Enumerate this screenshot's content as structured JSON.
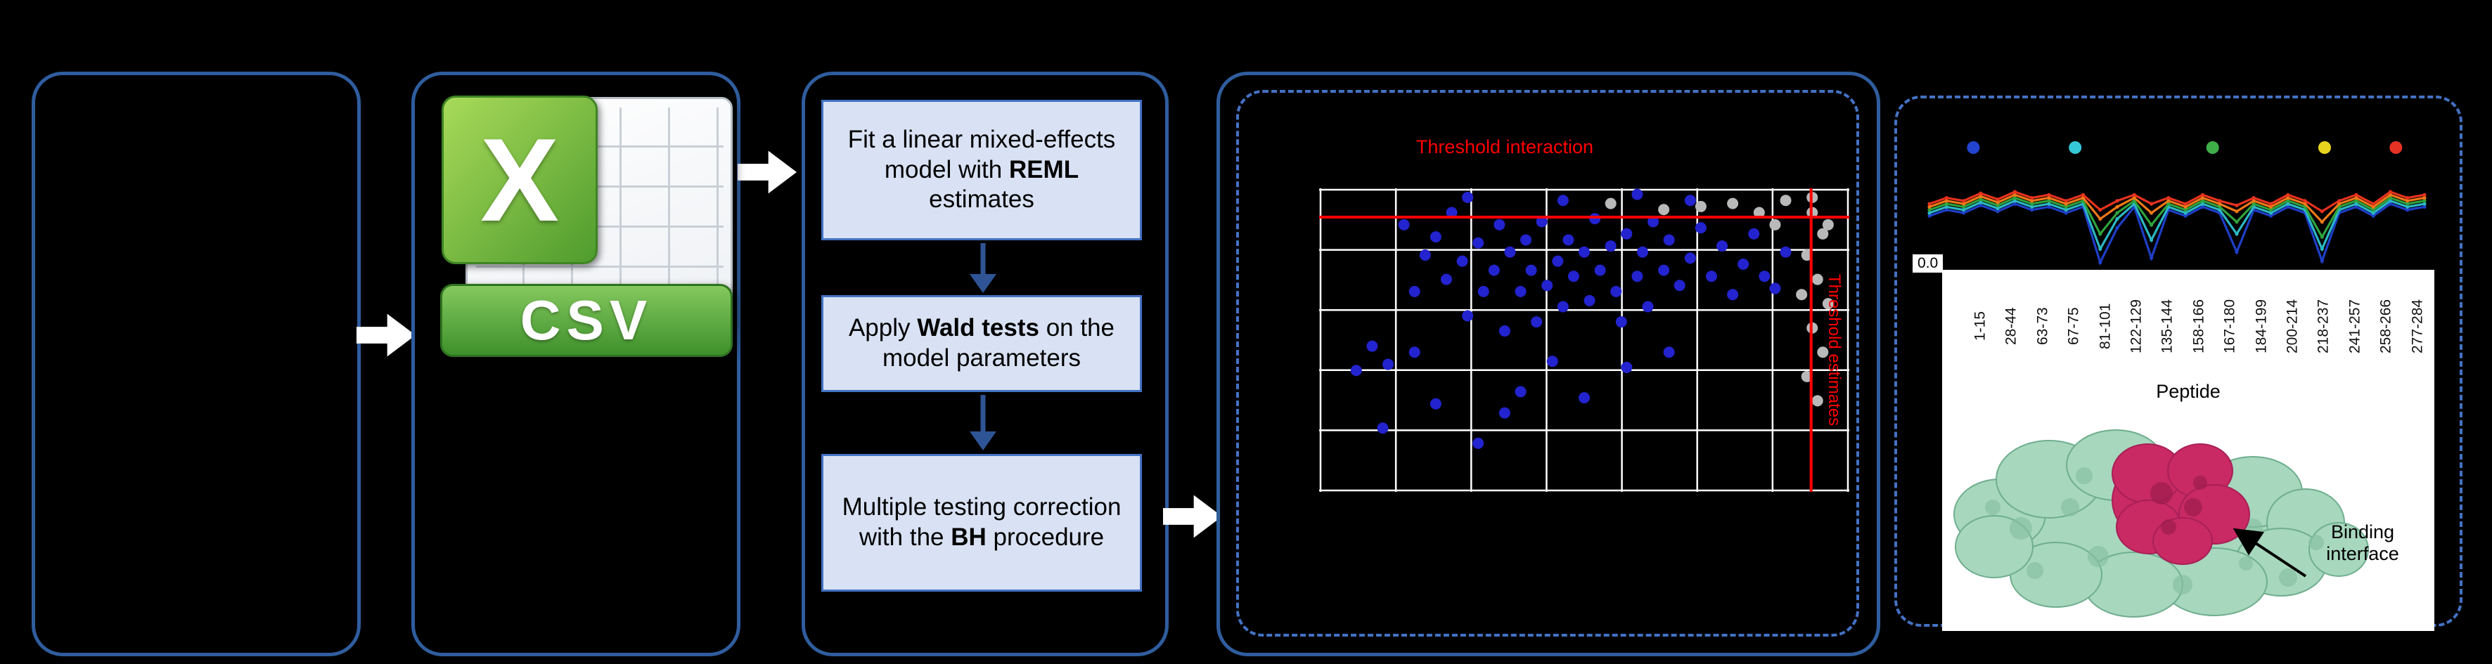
{
  "colors": {
    "background": "#000000",
    "panel_border": "#2F5D9E",
    "dashed_border": "#4472C4",
    "step_fill": "#D9E2F4",
    "threshold": "#FF0000",
    "significant_point": "#2323CF",
    "nonsignificant_point": "#B9B9B9",
    "grid": "#FFFFFF"
  },
  "csv_icon": {
    "x_label": "X",
    "banner_label": "CSV"
  },
  "flow": {
    "steps": [
      {
        "pre": "Fit a linear mixed-effects model with ",
        "bold": "REML",
        "post": " estimates"
      },
      {
        "pre": "Apply ",
        "bold": "Wald tests",
        "post": " on the model parameters"
      },
      {
        "pre": "Multiple testing correction with the ",
        "bold": "BH",
        "post": " procedure"
      }
    ]
  },
  "scatter": {
    "title": "Threshold interaction",
    "right_label": "Threshold estimates",
    "grid": {
      "v_lines": 8,
      "h_lines": 6,
      "color": "#FFFFFF"
    },
    "threshold_color": "#FF0000",
    "threshold_h_frac": 0.095,
    "threshold_v_frac": 0.928,
    "point_color_significant": "#2323CF",
    "point_color_nonsignificant": "#B9B9B9",
    "points_significant": [
      [
        0.07,
        0.6
      ],
      [
        0.1,
        0.52
      ],
      [
        0.13,
        0.58
      ],
      [
        0.16,
        0.12
      ],
      [
        0.18,
        0.34
      ],
      [
        0.2,
        0.22
      ],
      [
        0.22,
        0.16
      ],
      [
        0.24,
        0.3
      ],
      [
        0.25,
        0.08
      ],
      [
        0.27,
        0.24
      ],
      [
        0.28,
        0.42
      ],
      [
        0.3,
        0.18
      ],
      [
        0.31,
        0.34
      ],
      [
        0.33,
        0.27
      ],
      [
        0.34,
        0.12
      ],
      [
        0.35,
        0.47
      ],
      [
        0.36,
        0.21
      ],
      [
        0.38,
        0.34
      ],
      [
        0.39,
        0.17
      ],
      [
        0.4,
        0.27
      ],
      [
        0.41,
        0.44
      ],
      [
        0.42,
        0.11
      ],
      [
        0.43,
        0.32
      ],
      [
        0.45,
        0.24
      ],
      [
        0.46,
        0.39
      ],
      [
        0.47,
        0.17
      ],
      [
        0.48,
        0.29
      ],
      [
        0.5,
        0.21
      ],
      [
        0.51,
        0.37
      ],
      [
        0.52,
        0.1
      ],
      [
        0.53,
        0.27
      ],
      [
        0.55,
        0.19
      ],
      [
        0.56,
        0.34
      ],
      [
        0.57,
        0.44
      ],
      [
        0.58,
        0.15
      ],
      [
        0.6,
        0.29
      ],
      [
        0.61,
        0.21
      ],
      [
        0.62,
        0.39
      ],
      [
        0.63,
        0.11
      ],
      [
        0.65,
        0.27
      ],
      [
        0.66,
        0.17
      ],
      [
        0.68,
        0.32
      ],
      [
        0.7,
        0.23
      ],
      [
        0.72,
        0.13
      ],
      [
        0.74,
        0.29
      ],
      [
        0.76,
        0.19
      ],
      [
        0.78,
        0.35
      ],
      [
        0.8,
        0.25
      ],
      [
        0.82,
        0.15
      ],
      [
        0.84,
        0.29
      ],
      [
        0.12,
        0.79
      ],
      [
        0.22,
        0.71
      ],
      [
        0.3,
        0.84
      ],
      [
        0.38,
        0.67
      ],
      [
        0.18,
        0.54
      ],
      [
        0.44,
        0.57
      ],
      [
        0.58,
        0.59
      ],
      [
        0.66,
        0.54
      ],
      [
        0.35,
        0.74
      ],
      [
        0.5,
        0.69
      ],
      [
        0.28,
        0.03
      ],
      [
        0.46,
        0.04
      ],
      [
        0.6,
        0.02
      ],
      [
        0.7,
        0.04
      ],
      [
        0.86,
        0.33
      ],
      [
        0.88,
        0.21
      ]
    ],
    "points_nonsignificant": [
      [
        0.93,
        0.08
      ],
      [
        0.95,
        0.15
      ],
      [
        0.92,
        0.22
      ],
      [
        0.94,
        0.3
      ],
      [
        0.96,
        0.38
      ],
      [
        0.93,
        0.46
      ],
      [
        0.95,
        0.54
      ],
      [
        0.92,
        0.62
      ],
      [
        0.94,
        0.7
      ],
      [
        0.96,
        0.12
      ],
      [
        0.91,
        0.35
      ],
      [
        0.78,
        0.05
      ],
      [
        0.83,
        0.08
      ],
      [
        0.86,
        0.12
      ],
      [
        0.88,
        0.04
      ],
      [
        0.72,
        0.06
      ],
      [
        0.65,
        0.07
      ],
      [
        0.55,
        0.05
      ],
      [
        0.93,
        0.03
      ]
    ]
  },
  "profile_chart": {
    "ytick_label": "0.0",
    "legend_dots": [
      {
        "color": "#2244D0",
        "x_frac": 0.1
      },
      {
        "color": "#35C8D8",
        "x_frac": 0.3
      },
      {
        "color": "#3FAE49",
        "x_frac": 0.57
      },
      {
        "color": "#E8D41E",
        "x_frac": 0.79
      },
      {
        "color": "#E63224",
        "x_frac": 0.93
      }
    ],
    "series": [
      {
        "name": "series-blue",
        "color": "#1E3FC8",
        "values": [
          0.66,
          0.62,
          0.64,
          0.59,
          0.63,
          0.58,
          0.62,
          0.6,
          0.64,
          0.6,
          0.97,
          0.74,
          0.6,
          0.94,
          0.62,
          0.66,
          0.6,
          0.64,
          0.9,
          0.62,
          0.66,
          0.6,
          0.64,
          0.96,
          0.64,
          0.6,
          0.66,
          0.58,
          0.62,
          0.6
        ]
      },
      {
        "name": "series-teal",
        "color": "#2BB8C4",
        "values": [
          0.64,
          0.6,
          0.62,
          0.57,
          0.61,
          0.56,
          0.6,
          0.58,
          0.62,
          0.58,
          0.88,
          0.68,
          0.58,
          0.82,
          0.6,
          0.64,
          0.58,
          0.62,
          0.78,
          0.6,
          0.64,
          0.58,
          0.62,
          0.88,
          0.62,
          0.58,
          0.64,
          0.56,
          0.6,
          0.58
        ]
      },
      {
        "name": "series-green",
        "color": "#2FA33C",
        "values": [
          0.62,
          0.58,
          0.6,
          0.55,
          0.59,
          0.54,
          0.58,
          0.56,
          0.6,
          0.56,
          0.78,
          0.64,
          0.56,
          0.72,
          0.58,
          0.62,
          0.56,
          0.6,
          0.7,
          0.58,
          0.62,
          0.56,
          0.6,
          0.8,
          0.6,
          0.56,
          0.62,
          0.54,
          0.58,
          0.56
        ]
      },
      {
        "name": "series-orange",
        "color": "#F07818",
        "values": [
          0.6,
          0.56,
          0.58,
          0.53,
          0.57,
          0.52,
          0.56,
          0.54,
          0.58,
          0.54,
          0.68,
          0.6,
          0.54,
          0.64,
          0.56,
          0.6,
          0.54,
          0.58,
          0.63,
          0.56,
          0.6,
          0.54,
          0.58,
          0.7,
          0.58,
          0.54,
          0.6,
          0.52,
          0.56,
          0.54
        ]
      },
      {
        "name": "series-red",
        "color": "#E8321E",
        "values": [
          0.58,
          0.54,
          0.56,
          0.51,
          0.55,
          0.5,
          0.54,
          0.52,
          0.56,
          0.52,
          0.62,
          0.56,
          0.52,
          0.58,
          0.54,
          0.58,
          0.52,
          0.56,
          0.59,
          0.54,
          0.58,
          0.52,
          0.56,
          0.63,
          0.56,
          0.52,
          0.58,
          0.5,
          0.54,
          0.52
        ]
      }
    ]
  },
  "peptide_axis": {
    "labels": [
      "1-15",
      "28-44",
      "63-73",
      "67-75",
      "81-101",
      "122-129",
      "135-144",
      "158-166",
      "167-180",
      "184-199",
      "200-214",
      "218-237",
      "241-257",
      "258-266",
      "277-284"
    ],
    "title": "Peptide"
  },
  "structure": {
    "annotation": "Binding interface"
  }
}
